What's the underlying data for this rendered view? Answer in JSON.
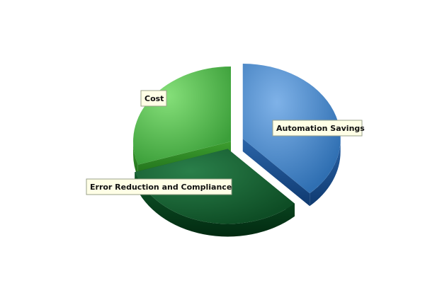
{
  "chart_data": {
    "type": "pie",
    "style": "3d-exploded",
    "title": "",
    "slices": [
      {
        "label": "Automation Savings",
        "value": 38,
        "color": "#4f8fd0",
        "dark": "#1f4f88",
        "exploded": true
      },
      {
        "label": "Error Reduction and Compliance",
        "value": 32,
        "color": "#1b6a3a",
        "dark": "#063d1c",
        "exploded": true
      },
      {
        "label": "Cost",
        "value": 30,
        "color": "#5fcf5f",
        "dark": "#2c8f2c",
        "exploded": false
      }
    ],
    "legend": "none",
    "labels": "callout-boxes"
  }
}
